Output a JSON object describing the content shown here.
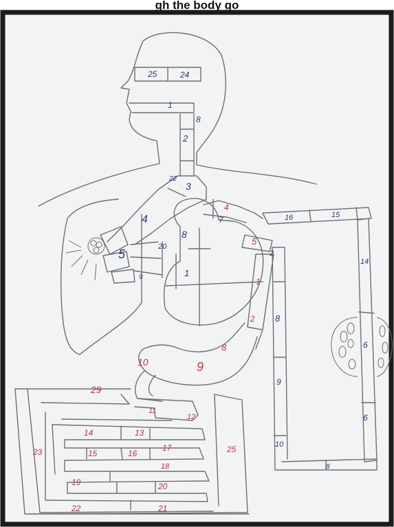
{
  "caption": "gh the body go",
  "colors": {
    "paper": "#f1f3f4",
    "frame": "#1b1b1b",
    "pencil": "#6e6e6e",
    "ink_blue": "#283a7a",
    "ink_red": "#c8343a"
  },
  "head_labels": [
    "25",
    "24",
    "1",
    "8",
    "2",
    "22",
    "3"
  ],
  "lung_labels": [
    "4",
    "5",
    "20",
    "9"
  ],
  "heart_labels": [
    "8",
    "4",
    "7",
    "5",
    "1"
  ],
  "right_loop": {
    "top_labels": [
      "16",
      "15"
    ],
    "side_labels": [
      "14",
      "6",
      "6"
    ],
    "bottom_label": "8",
    "inner_labels": [
      "2",
      "8",
      "9",
      "10"
    ]
  },
  "stomach_labels": [
    "1",
    "2",
    "8",
    "9",
    "10"
  ],
  "intestine": {
    "upper": [
      "29",
      "11",
      "12"
    ],
    "row_a": [
      "14",
      "13"
    ],
    "row_b": [
      "15",
      "16",
      "17"
    ],
    "row_c": [
      "18"
    ],
    "row_d": [
      "19",
      "20"
    ],
    "bottom": [
      "22",
      "21"
    ],
    "sides": [
      "23",
      "25"
    ]
  },
  "icons": [
    "alveoli-cluster-icon",
    "kidney-cluster-icon"
  ]
}
